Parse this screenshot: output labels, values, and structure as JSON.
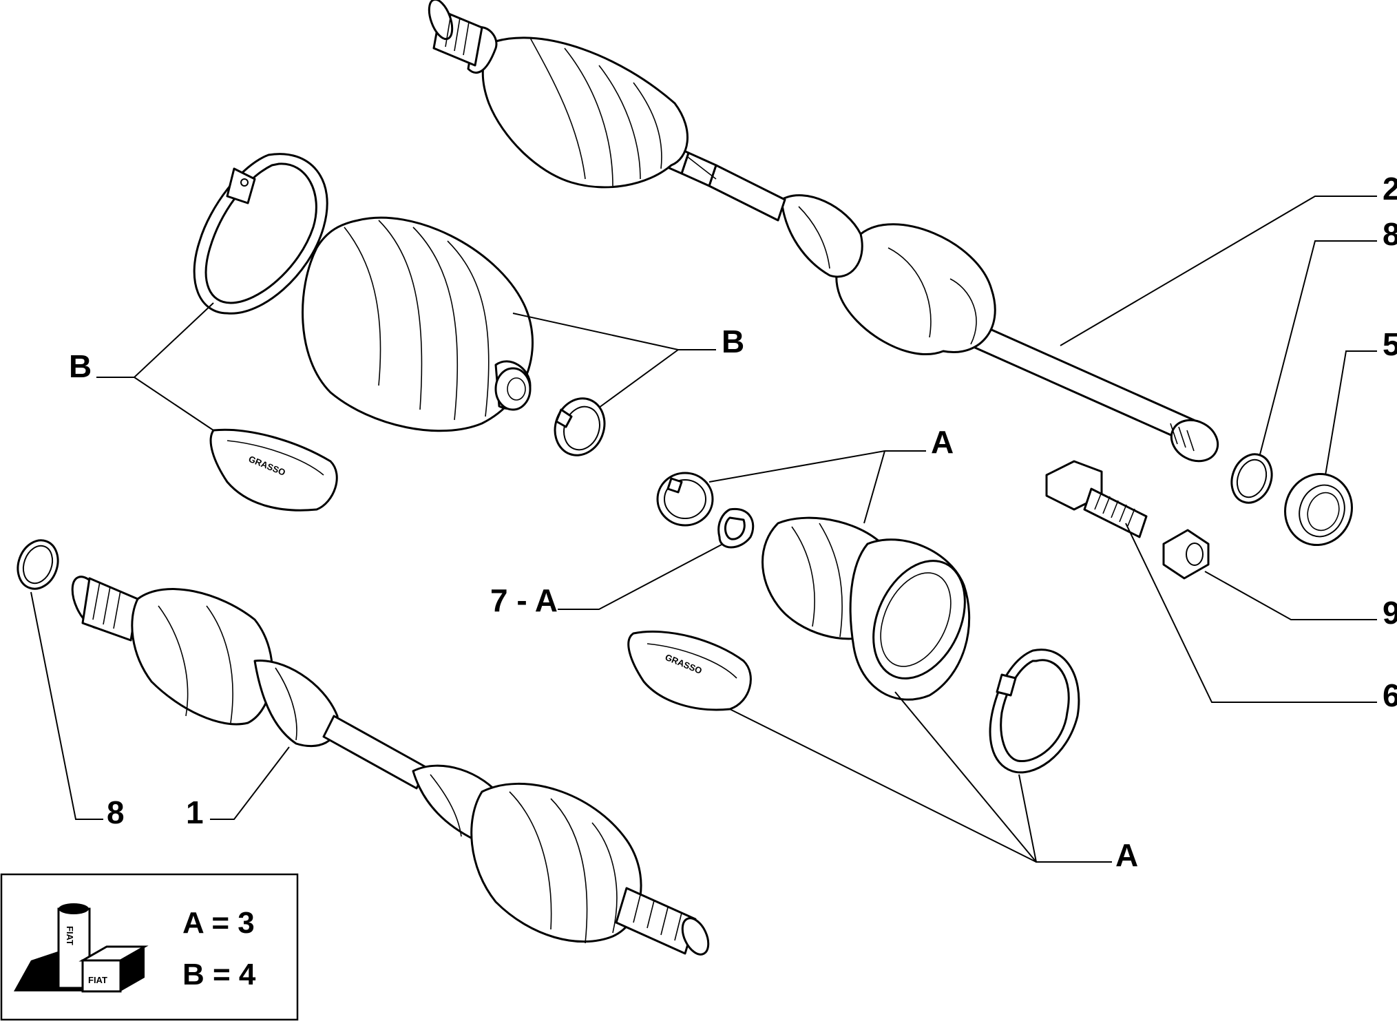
{
  "callouts": {
    "part_1": "1",
    "part_2": "2",
    "part_5": "5",
    "part_6": "6",
    "part_7": "7 - A",
    "part_8_left": "8",
    "part_8_right": "8",
    "part_9": "9",
    "group_a_top": "A",
    "group_a_bottom": "A",
    "group_b_left": "B",
    "group_b_right": "B"
  },
  "grease_label": "GRASSO",
  "legend": {
    "line_a": "A = 3",
    "line_b": "B = 4",
    "can_text": "FIAT"
  }
}
